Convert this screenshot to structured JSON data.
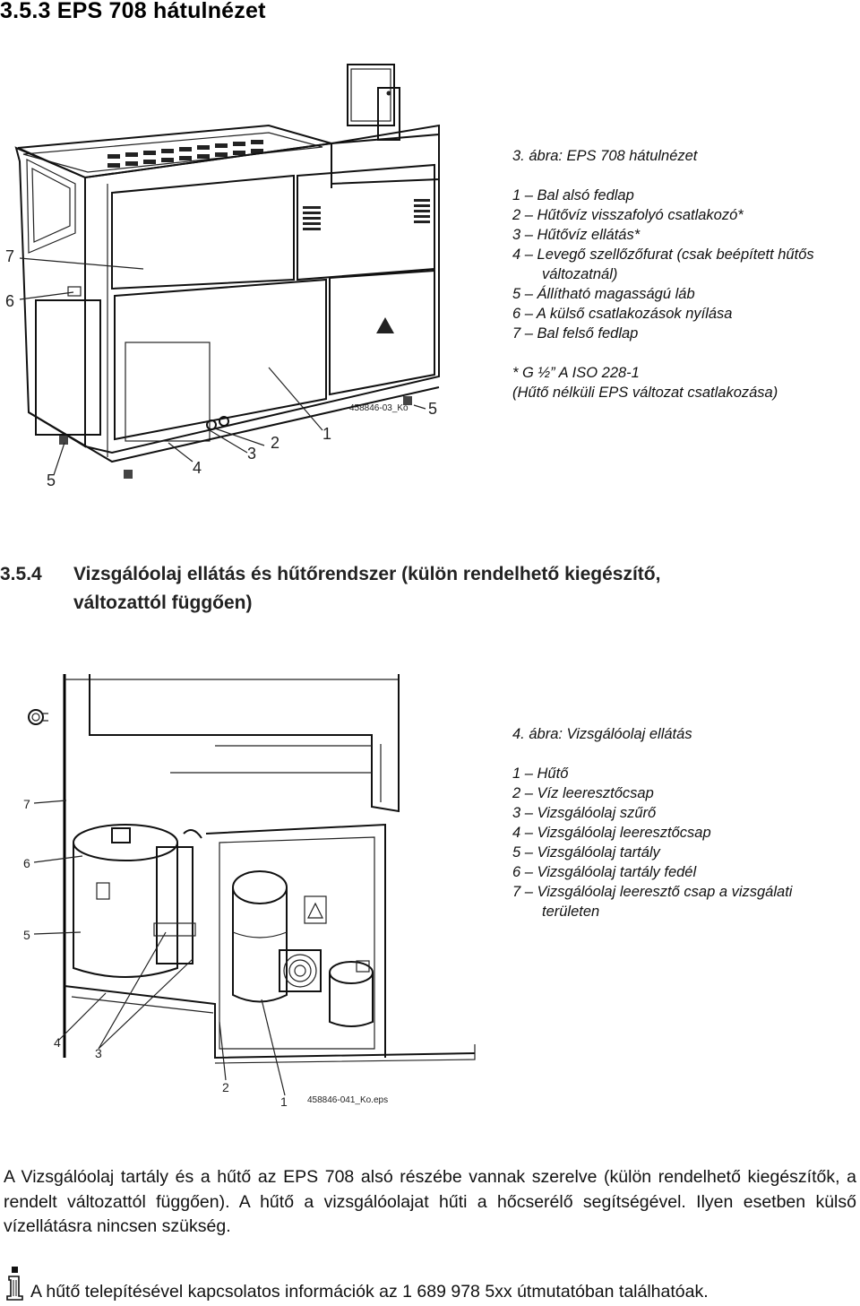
{
  "section1": {
    "heading": "3.5.3   EPS 708 hátulnézet"
  },
  "figure3": {
    "caption": "3. ábra: EPS 708 hátulnézet",
    "items": [
      "1 – Bal alsó fedlap",
      "2 – Hűtővíz visszafolyó csatlakozó*",
      "3 – Hűtővíz ellátás*",
      "4 – Levegő szellőzőfurat (csak beépített hűtős",
      "változatnál)",
      "5 – Állítható magasságú láb",
      "6 – A külső csatlakozások nyílása",
      "7 – Bal felső fedlap"
    ],
    "note_line1": "* G ½” A ISO 228-1",
    "note_line2": "(Hűtő nélküli EPS változat csatlakozása)",
    "callouts": [
      "7",
      "6",
      "5",
      "4",
      "3",
      "2",
      "1",
      "5"
    ],
    "drawing_code": "458846-03_Ko"
  },
  "section2": {
    "number": "3.5.4",
    "heading_line1": "Vizsgálóolaj ellátás és hűtőrendszer (külön rendelhető kiegészítő,",
    "heading_line2": "változattól függően)"
  },
  "figure4": {
    "caption": "4. ábra: Vizsgálóolaj ellátás",
    "items": [
      "1 – Hűtő",
      "2 – Víz leeresztőcsap",
      "3 – Vizsgálóolaj szűrő",
      "4 – Vizsgálóolaj leeresztőcsap",
      "5 – Vizsgálóolaj tartály",
      "6 – Vizsgálóolaj tartály fedél",
      "7 – Vizsgálóolaj leeresztő csap a vizsgálati",
      "területen"
    ],
    "callouts": [
      "7",
      "6",
      "5",
      "4",
      "3",
      "2",
      "1"
    ],
    "drawing_code": "458846-041_Ko.eps"
  },
  "body_paragraph": "A Vizsgálóolaj tartály és a hűtő az EPS 708 alsó részébe vannak szerelve (külön rendelhető kiegészítők, a rendelt változattól függően). A hűtő a vizsgálóolajat hűti a hőcserélő segítségével. Ilyen esetben külső vízellátásra nincsen szükség.",
  "info_note": "A hűtő telepítésével kapcsolatos információk az 1 689 978 5xx útmutatóban találhatóak.",
  "icons": {
    "info": "info-icon",
    "valve": "oil-valve-icon"
  }
}
